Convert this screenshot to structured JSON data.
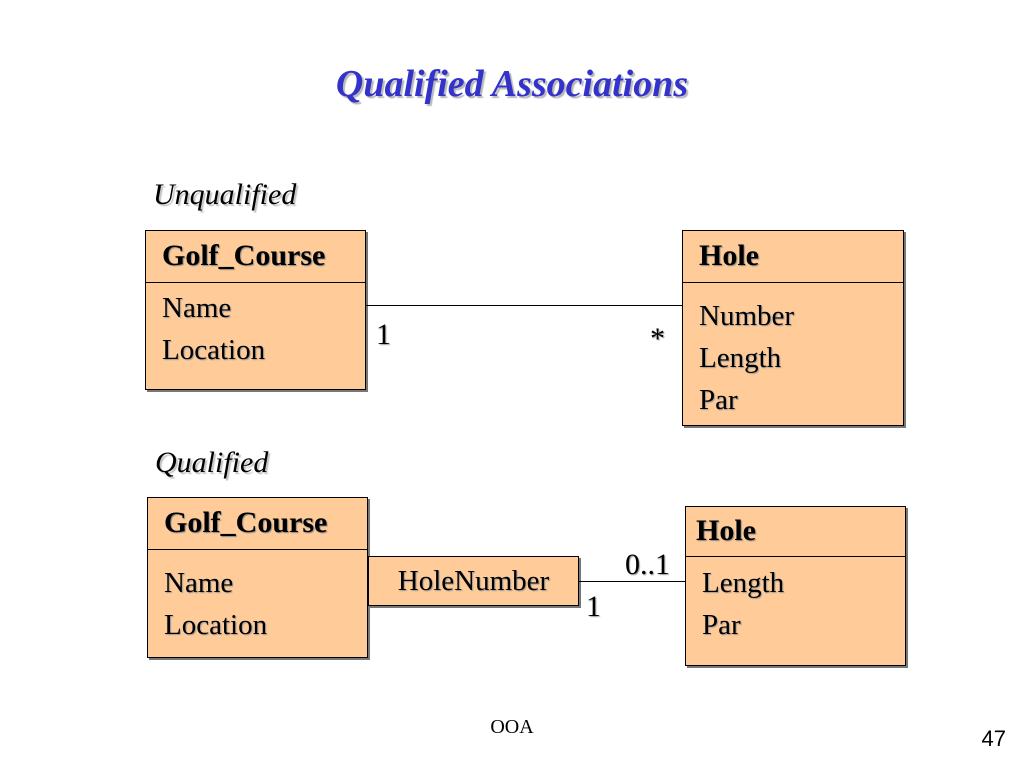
{
  "slide": {
    "title": "Qualified Associations",
    "footer": "OOA",
    "page_number": "47"
  },
  "unqualified": {
    "label": "Unqualified",
    "left_class": {
      "name": "Golf_Course",
      "attributes": [
        "Name",
        "Location"
      ]
    },
    "right_class": {
      "name": "Hole",
      "attributes": [
        "Number",
        "Length",
        "Par"
      ]
    },
    "left_multiplicity": "1",
    "right_multiplicity": "*"
  },
  "qualified": {
    "label": "Qualified",
    "left_class": {
      "name": "Golf_Course",
      "attributes": [
        "Name",
        "Location"
      ]
    },
    "qualifier": "HoleNumber",
    "right_class": {
      "name": "Hole",
      "attributes": [
        "Length",
        "Par"
      ]
    },
    "left_multiplicity": "1",
    "right_multiplicity": "0..1"
  },
  "colors": {
    "title": "#3333cc",
    "class_fill": "#ffcc99",
    "line": "#000000"
  }
}
